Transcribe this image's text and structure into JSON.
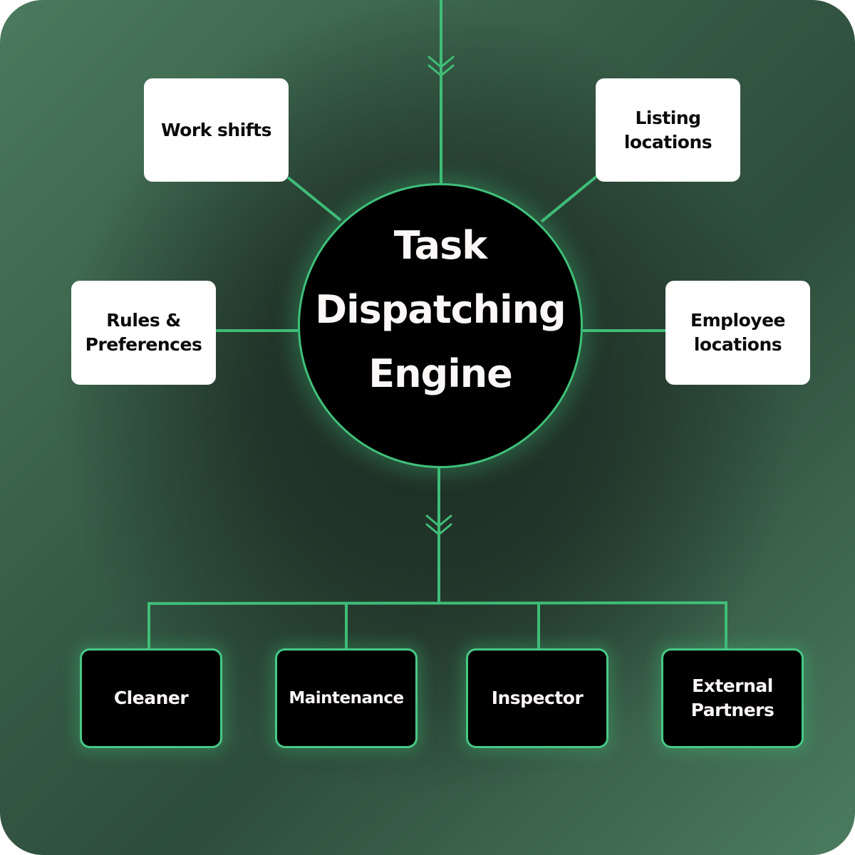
{
  "diagram": {
    "title": "Task Dispatching Engine",
    "center_node": {
      "label": "Task Dispatching Engine",
      "lines": [
        "Task",
        "Dispatching",
        "Engine"
      ]
    },
    "inputs": [
      {
        "id": "work-shifts",
        "label": "Work shifts"
      },
      {
        "id": "listing-locations",
        "label": "Listing locations"
      },
      {
        "id": "rules-preferences",
        "label": "Rules & Preferences"
      },
      {
        "id": "employee-locations",
        "label": "Employee locations"
      }
    ],
    "outputs": [
      {
        "id": "cleaner",
        "label": "Cleaner"
      },
      {
        "id": "maintenance",
        "label": "Maintenance"
      },
      {
        "id": "inspector",
        "label": "Inspector"
      },
      {
        "id": "external-partners",
        "label": "External Partners"
      }
    ],
    "edges": [
      {
        "from": "incoming",
        "to": "engine",
        "arrow": "double-chevron-down"
      },
      {
        "from": "work-shifts",
        "to": "engine"
      },
      {
        "from": "listing-locations",
        "to": "engine"
      },
      {
        "from": "rules-preferences",
        "to": "engine"
      },
      {
        "from": "employee-locations",
        "to": "engine"
      },
      {
        "from": "engine",
        "to": "outputs",
        "arrow": "double-chevron-down"
      }
    ],
    "colors": {
      "accent": "#3fc07a",
      "background": "#2e4d3b",
      "input_box": "#ffffff",
      "node_fill": "#000000",
      "text_light": "#fbf7f7",
      "text_dark": "#0b0b0b"
    }
  }
}
